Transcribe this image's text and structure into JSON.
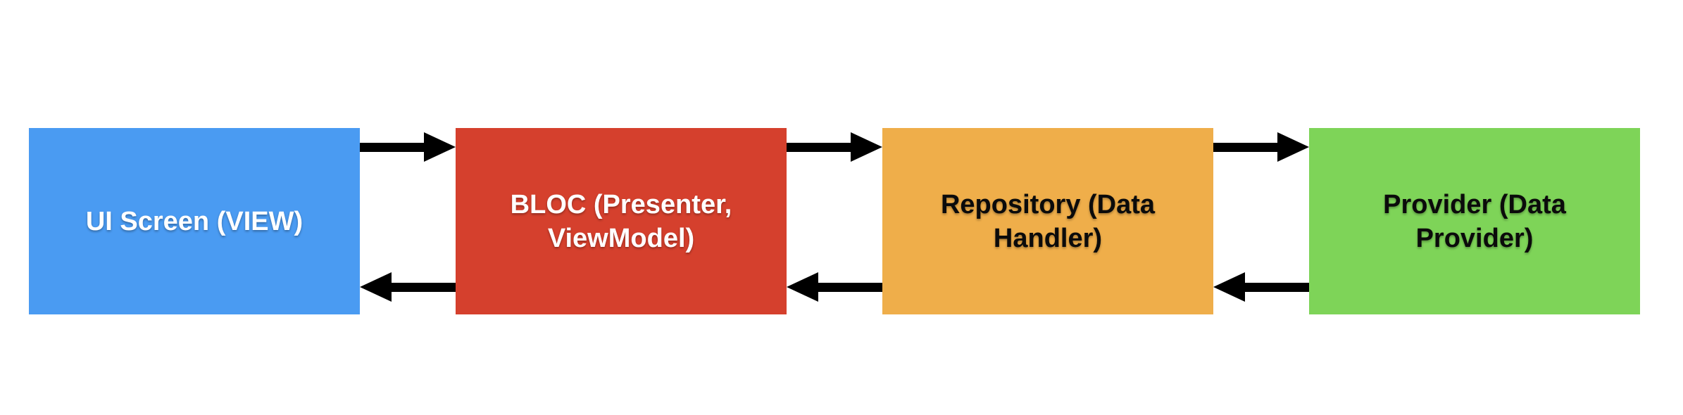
{
  "page": {
    "background_color": "#FFFFFF"
  },
  "diagram": {
    "arrow_color": "#000000",
    "nodes": [
      {
        "id": "ui-screen",
        "label": "UI Screen (VIEW)",
        "bg": "#4A9BF2",
        "text_color": "#FFFFFF"
      },
      {
        "id": "bloc",
        "label": "BLOC (Presenter, ViewModel)",
        "bg": "#D5402D",
        "text_color": "#FFFFFF"
      },
      {
        "id": "repository",
        "label": "Repository (Data Handler)",
        "bg": "#EFAE4A",
        "text_color": "#0B0B0B"
      },
      {
        "id": "provider",
        "label": "Provider (Data Provider)",
        "bg": "#7ED458",
        "text_color": "#0B0B0B"
      }
    ],
    "edges": [
      {
        "from": "ui-screen",
        "to": "bloc",
        "position": "top"
      },
      {
        "from": "bloc",
        "to": "ui-screen",
        "position": "bottom"
      },
      {
        "from": "bloc",
        "to": "repository",
        "position": "top"
      },
      {
        "from": "repository",
        "to": "bloc",
        "position": "bottom"
      },
      {
        "from": "repository",
        "to": "provider",
        "position": "top"
      },
      {
        "from": "provider",
        "to": "repository",
        "position": "bottom"
      }
    ]
  }
}
